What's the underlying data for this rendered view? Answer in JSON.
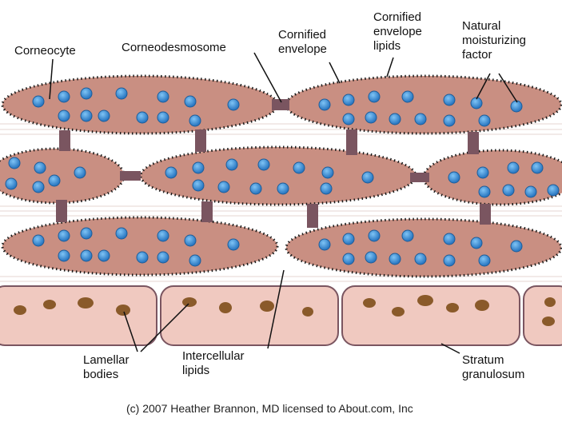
{
  "labels": {
    "corneocyte": "Corneocyte",
    "corneodesmosome": "Corneodesmosome",
    "cornified_envelope": "Cornified\nenvelope",
    "cornified_envelope_lipids": "Cornified\nenvelope\nlipids",
    "natural_moisturizing_factor": "Natural\nmoisturizing\nfactor",
    "lamellar_bodies": "Lamellar\nbodies",
    "intercellular_lipids": "Intercellular\nlipids",
    "stratum_granulosum": "Stratum\ngranulosum"
  },
  "credit": "(c) 2007 Heather Brannon, MD licensed to About.com, Inc",
  "colors": {
    "corneocyte_fill": "#c98f82",
    "envelope_dots": "#1a1a1a",
    "nmf_dot": "#3b8fd6",
    "corneodesmosome": "#7a5560",
    "granular_cell_fill": "#f0c9c0",
    "granular_cell_border": "#7a5560",
    "lamellar_body": "#8a5a2a"
  }
}
